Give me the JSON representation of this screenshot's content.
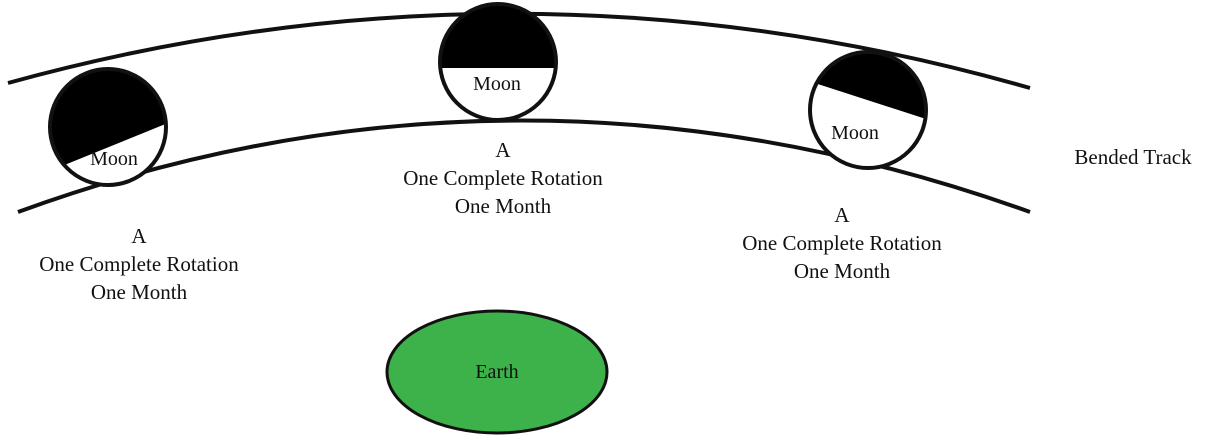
{
  "track_label": "Bended Track",
  "moons": [
    {
      "label": "Moon",
      "caption": [
        "A",
        "One Complete Rotation",
        "One Month"
      ]
    },
    {
      "label": "Moon",
      "caption": [
        "A",
        "One Complete Rotation",
        "One Month"
      ]
    },
    {
      "label": "Moon",
      "caption": [
        "A",
        "One Complete Rotation",
        "One Month"
      ]
    }
  ],
  "earth_label": "Earth",
  "colors": {
    "earth_fill": "#3db24a",
    "moon_dark": "#000000",
    "moon_light": "#ffffff",
    "track_line": "#111111"
  }
}
